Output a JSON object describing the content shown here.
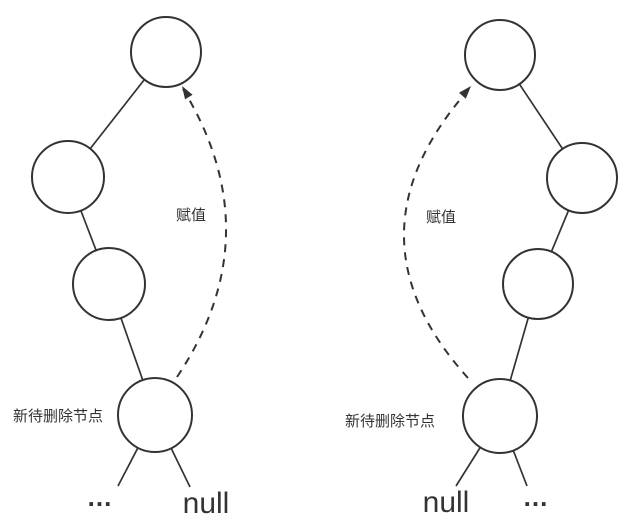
{
  "colors": {
    "stroke": "#333333",
    "background": "#ffffff",
    "text": "#333333"
  },
  "left_tree": {
    "assign_label": "赋值",
    "delete_node_label": "新待删除节点",
    "left_child_label": "...",
    "right_child_label": "null"
  },
  "right_tree": {
    "assign_label": "赋值",
    "delete_node_label": "新待删除节点",
    "left_child_label": "null",
    "right_child_label": "..."
  }
}
